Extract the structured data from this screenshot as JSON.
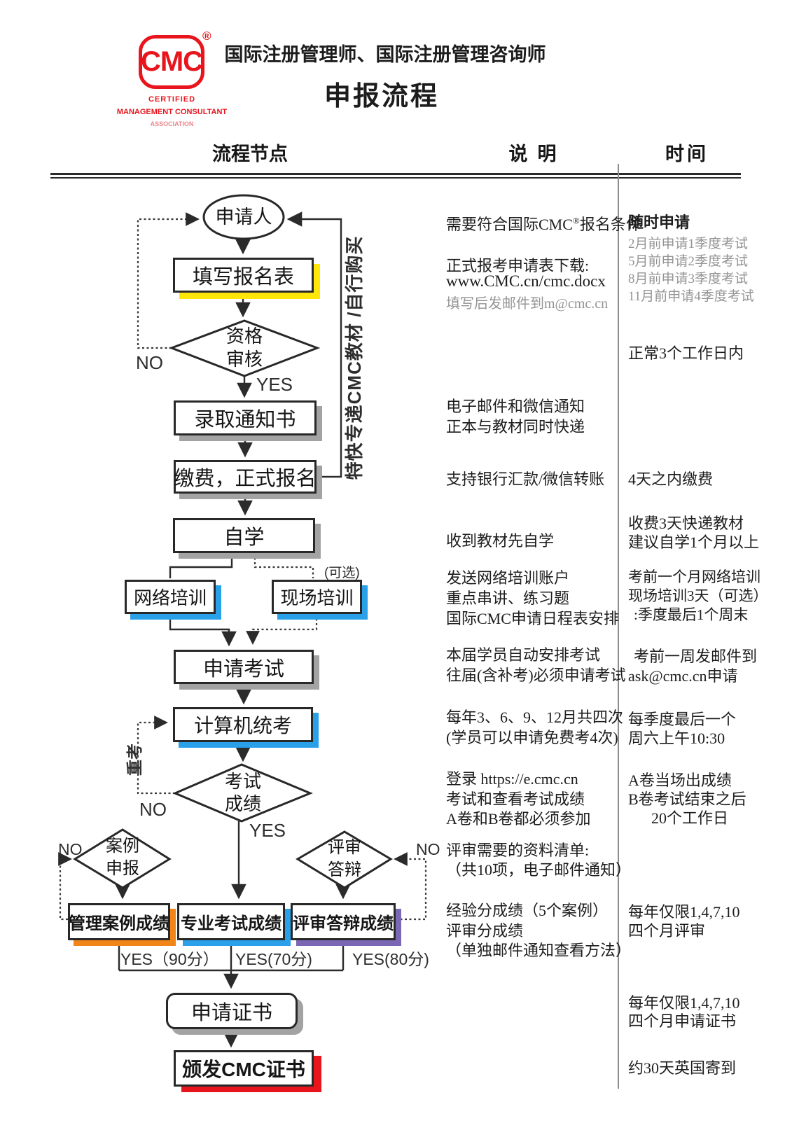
{
  "header": {
    "logo_text": "CMC",
    "logo_reg": "®",
    "logo_sub1": "CERTIFIED",
    "logo_sub2": "MANAGEMENT CONSULTANT",
    "logo_sub3": "ASSOCIATION",
    "title1": "国际注册管理师、国际注册管理咨询师",
    "title2": "申报流程",
    "col_node": "流程节点",
    "col_desc": "说明",
    "col_time": "时间"
  },
  "nodes": {
    "applicant": "申请人",
    "fill_form": "填写报名表",
    "qual_l1": "资格",
    "qual_l2": "审核",
    "admission": "录取通知书",
    "payment": "缴费，正式报名",
    "self_study": "自学",
    "online_training": "网络培训",
    "onsite_training": "现场培训",
    "optional_note": "(可选)",
    "apply_exam": "申请考试",
    "computer_exam": "计算机统考",
    "score_l1": "考试",
    "score_l2": "成绩",
    "case_l1": "案例",
    "case_l2": "申报",
    "defense_l1": "评审",
    "defense_l2": "答辩",
    "case_score": "管理案例成绩",
    "exam_score": "专业考试成绩",
    "defense_score": "评审答辩成绩",
    "apply_cert": "申请证书",
    "issue_cert": "颁发CMC证书"
  },
  "edges": {
    "no1": "NO",
    "yes1": "YES",
    "retake": "重考",
    "no2": "NO",
    "yes2": "YES",
    "no3": "NO",
    "no4": "NO",
    "yes90": "YES（90分）",
    "yes70": "YES(70分)",
    "yes80": "YES(80分)",
    "express": "特快专递CMC教材 /自行购买"
  },
  "desc": {
    "r1_l1a": "需要符合国际CMC",
    "r1_sup": "®",
    "r1_l1b": "报名条件",
    "r1_l2": "正式报考申请表下载:",
    "r1_l3": "www.CMC.cn/cmc.docx",
    "r1_l4": "填写后发邮件到m@cmc.cn",
    "r2_l1": "电子邮件和微信通知",
    "r2_l2": "正本与教材同时快递",
    "r3": "支持银行汇款/微信转账",
    "r4": "收到教材先自学",
    "r5_l1": "发送网络培训账户",
    "r5_l2": "重点串讲、练习题",
    "r5_l3": "国际CMC申请日程表安排",
    "r6_l1": "本届学员自动安排考试",
    "r6_l2": "往届(含补考)必须申请考试",
    "r7_l1": "每年3、6、9、12月共四次",
    "r7_l2": "(学员可以申请免费考4次)",
    "r8_l1": "登录 https://e.cmc.cn",
    "r8_l2": "考试和查看考试成绩",
    "r8_l3": "A卷和B卷都必须参加",
    "r9_l1": "评审需要的资料清单:",
    "r9_l2": "（共10项，电子邮件通知）",
    "r10_l1": "经验分成绩（5个案例）",
    "r10_l2": "评审分成绩",
    "r10_l3": "（单独邮件通知查看方法）"
  },
  "time": {
    "t1_l1": "随时申请",
    "t1_l2": "2月前申请1季度考试",
    "t1_l3": "5月前申请2季度考试",
    "t1_l4": "8月前申请3季度考试",
    "t1_l5": "11月前申请4季度考试",
    "t2": "正常3个工作日内",
    "t3": "4天之内缴费",
    "t4_l1": "收费3天快递教材",
    "t4_l2": "建议自学1个月以上",
    "t5_l1": "考前一个月网络培训",
    "t5_l2": "现场培训3天（可选）",
    "t5_l3": ":季度最后1个周末",
    "t6_l1": "考前一周发邮件到",
    "t6_l2": "ask@cmc.cn申请",
    "t7_l1": "每季度最后一个",
    "t7_l2": "周六上午10:30",
    "t8_l1": "A卷当场出成绩",
    "t8_l2": "B卷考试结束之后",
    "t8_l3": "20个工作日",
    "t9_l1": "每年仅限1,4,7,10",
    "t9_l2": "四个月评审",
    "t10_l1": "每年仅限1,4,7,10",
    "t10_l2": "四个月申请证书",
    "t11": "约30天英国寄到"
  },
  "colors": {
    "brand_red": "#e8151d",
    "shadow_yellow": "#ffe60a",
    "shadow_blue": "#29a0e8",
    "shadow_orange": "#f08619",
    "shadow_purple": "#7b68b4",
    "shadow_gray": "#a3a3a3"
  }
}
